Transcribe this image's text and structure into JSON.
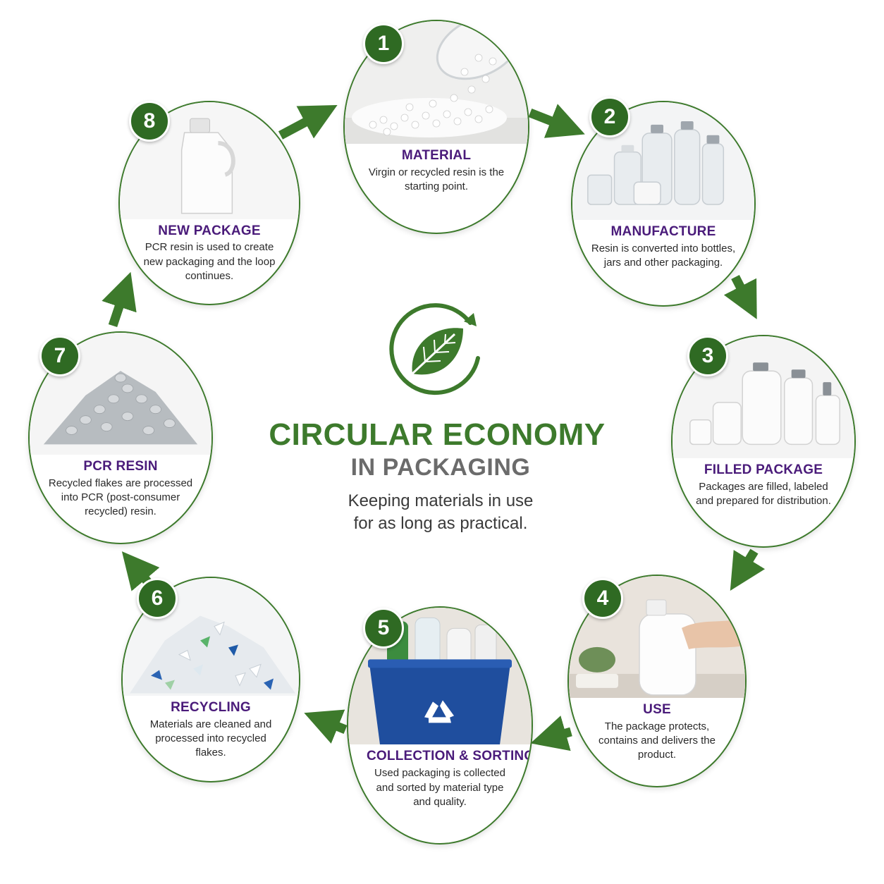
{
  "center": {
    "title_line1": "CIRCULAR ECONOMY",
    "title_line2": "IN PACKAGING",
    "subtitle_line1": "Keeping materials in use",
    "subtitle_line2": "for as long as practical."
  },
  "colors": {
    "accent_green": "#3d7a2c",
    "badge_green": "#2f6a23",
    "title_purple": "#4a1b7a",
    "subtitle_gray": "#6b6b6b"
  },
  "steps": [
    {
      "number": "1",
      "title": "MATERIAL",
      "desc": "Virgin or recycled resin is the starting point.",
      "image": "resin-pellets-jar-image"
    },
    {
      "number": "2",
      "title": "MANUFACTURE",
      "desc": "Resin is converted into bottles, jars and other packaging.",
      "image": "plastic-bottles-image"
    },
    {
      "number": "3",
      "title": "FILLED PACKAGE",
      "desc": "Packages are filled, labeled and prepared for distribution.",
      "image": "filled-containers-image"
    },
    {
      "number": "4",
      "title": "USE",
      "desc": "The package protects, contains and delivers the product.",
      "image": "hand-holding-jug-image"
    },
    {
      "number": "5",
      "title": "COLLECTION & SORTING",
      "desc": "Used packaging is collected and sorted by material type and quality.",
      "image": "recycling-bin-image"
    },
    {
      "number": "6",
      "title": "RECYCLING",
      "desc": "Materials are cleaned and processed into recycled flakes.",
      "image": "plastic-flakes-image"
    },
    {
      "number": "7",
      "title": "PCR RESIN",
      "desc": "Recycled flakes are processed into PCR (post-consumer recycled) resin.",
      "image": "gray-pellets-image"
    },
    {
      "number": "8",
      "title": "NEW PACKAGE",
      "desc": "PCR resin is used to create new packaging and the loop continues.",
      "image": "new-jug-image"
    }
  ]
}
